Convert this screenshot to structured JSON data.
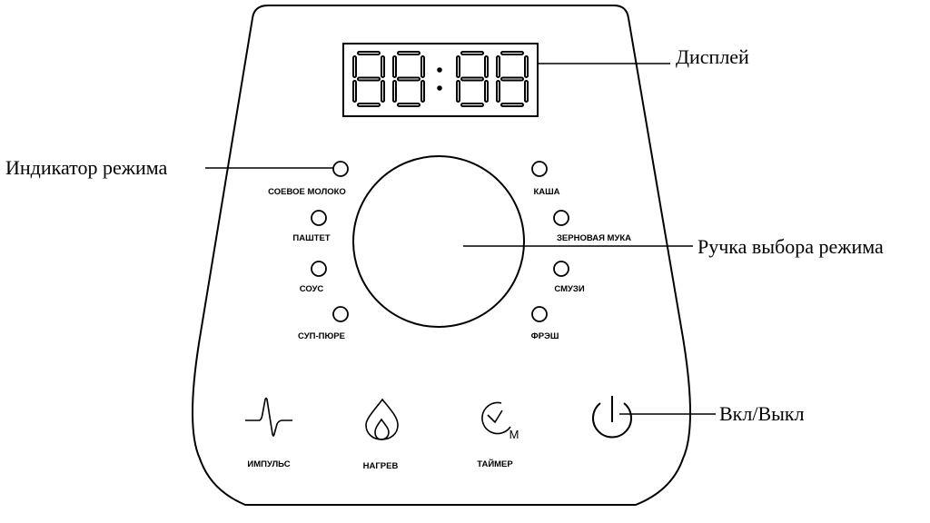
{
  "display": {
    "digits": [
      "8",
      "8",
      "8",
      "8"
    ],
    "separator": ":"
  },
  "callouts": {
    "display": "Дисплей",
    "mode_indicator": "Индикатор режима",
    "mode_knob": "Ручка выбора режима",
    "power": "Вкл/Выкл"
  },
  "modes_left": [
    "СОЕВОЕ МОЛОКО",
    "ПАШТЕТ",
    "СОУС",
    "СУП-ПЮРЕ"
  ],
  "modes_right": [
    "КАША",
    "ЗЕРНОВАЯ МУКА",
    "СМУЗИ",
    "ФРЭШ"
  ],
  "buttons": {
    "pulse": {
      "label": "ИМПУЛЬС",
      "icon": "pulse-wave-icon"
    },
    "heat": {
      "label": "НАГРЕВ",
      "icon": "flame-icon"
    },
    "timer": {
      "label": "ТАЙМЕР",
      "icon": "clock-timer-icon"
    },
    "power": {
      "label": "",
      "icon": "power-icon"
    }
  },
  "timer_icon_letter": "M"
}
